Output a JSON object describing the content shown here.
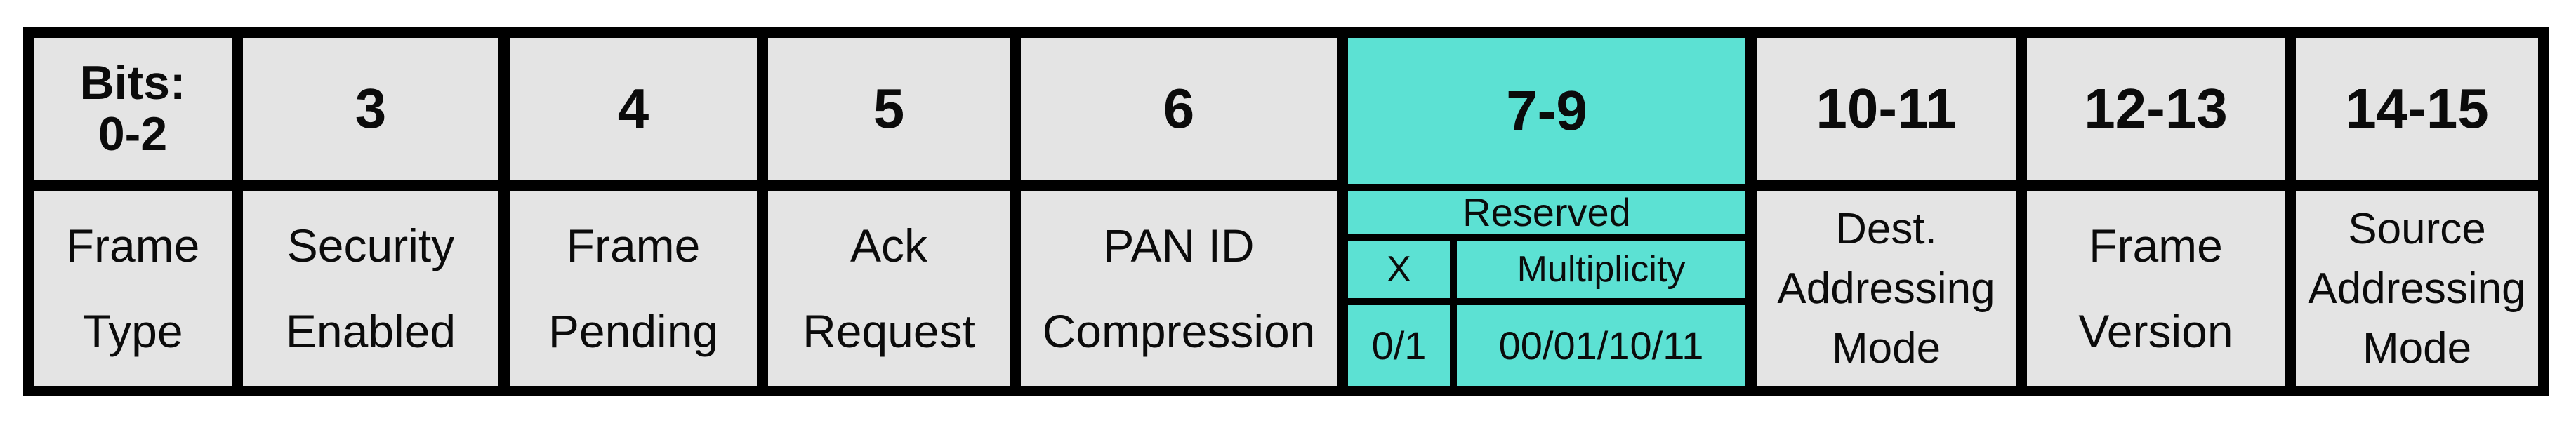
{
  "colors": {
    "page_bg": "#ffffff",
    "grid_line": "#000000",
    "cell_bg": "#e4e4e4",
    "highlight": "#5ce1d3",
    "text": "#0b0b0b"
  },
  "table": {
    "description": "Frame control field bit layout",
    "columns": [
      {
        "header_lines": [
          "Bits:",
          "0-2"
        ],
        "label_lines": [
          "Frame",
          "Type"
        ],
        "highlighted": false
      },
      {
        "header_lines": [
          "3"
        ],
        "label_lines": [
          "Security",
          "Enabled"
        ],
        "highlighted": false
      },
      {
        "header_lines": [
          "4"
        ],
        "label_lines": [
          "Frame",
          "Pending"
        ],
        "highlighted": false
      },
      {
        "header_lines": [
          "5"
        ],
        "label_lines": [
          "Ack",
          "Request"
        ],
        "highlighted": false
      },
      {
        "header_lines": [
          "6"
        ],
        "label_lines": [
          "PAN ID",
          "Compression"
        ],
        "highlighted": false
      },
      {
        "header_lines": [
          "7-9"
        ],
        "highlighted": true,
        "panel": {
          "title": "Reserved",
          "sub_headers": [
            "X",
            "Multiplicity"
          ],
          "sub_values": [
            "0/1",
            "00/01/10/11"
          ]
        }
      },
      {
        "header_lines": [
          "10-11"
        ],
        "label_lines": [
          "Dest.",
          "Addressing",
          "Mode"
        ],
        "highlighted": false
      },
      {
        "header_lines": [
          "12-13"
        ],
        "label_lines": [
          "Frame",
          "Version"
        ],
        "highlighted": false
      },
      {
        "header_lines": [
          "14-15"
        ],
        "label_lines": [
          "Source",
          "Addressing",
          "Mode"
        ],
        "highlighted": false
      }
    ]
  }
}
